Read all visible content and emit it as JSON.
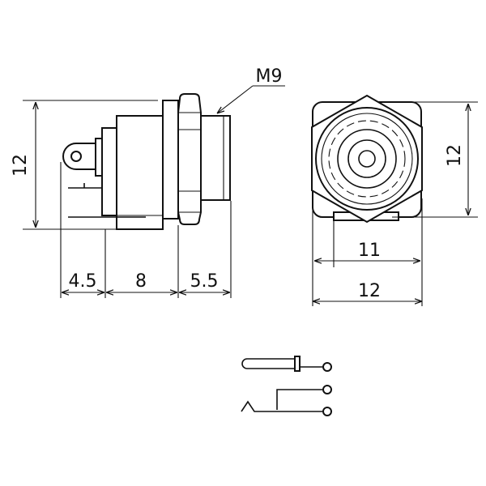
{
  "diagram": {
    "thread_label": "M9",
    "side_view": {
      "height_label": "12",
      "dim_pins": "4.5",
      "dim_body": "8",
      "dim_thread": "5.5"
    },
    "front_view": {
      "height_label": "12",
      "width_inner": "11",
      "width_outer": "12"
    }
  }
}
